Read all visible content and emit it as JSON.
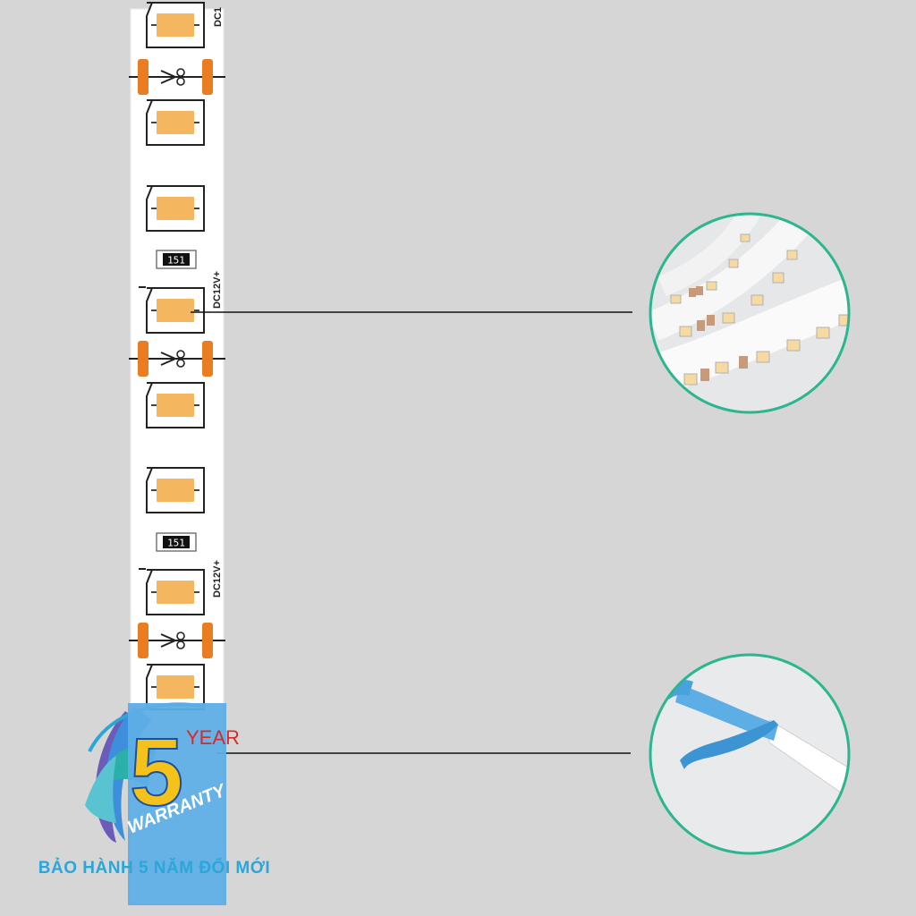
{
  "strip": {
    "voltage_label": "DC12V+",
    "voltage_label_cut": "DC1",
    "resistor_code": "151",
    "led_color": "#f4b75f",
    "pad_color": "#ea7c22",
    "strip_color": "#ffffff"
  },
  "badge": {
    "number": "5",
    "year_label": "YEAR",
    "warranty_label": "WARRANTY",
    "caption": "BẢO HÀNH 5 NĂM ĐỔI MỚI",
    "colors": {
      "accent_red": "#d62a2a",
      "number_yellow": "#f5c21b",
      "caption_blue": "#2aa7d8",
      "panel_blue": "#5eaee6"
    }
  },
  "callouts": [
    {
      "name": "led-coil-closeup",
      "ring_color": "#2bb68f"
    },
    {
      "name": "adhesive-tape-closeup",
      "ring_color": "#2bb68f"
    }
  ],
  "icons": [
    "scissors-icon",
    "minus-icon"
  ]
}
